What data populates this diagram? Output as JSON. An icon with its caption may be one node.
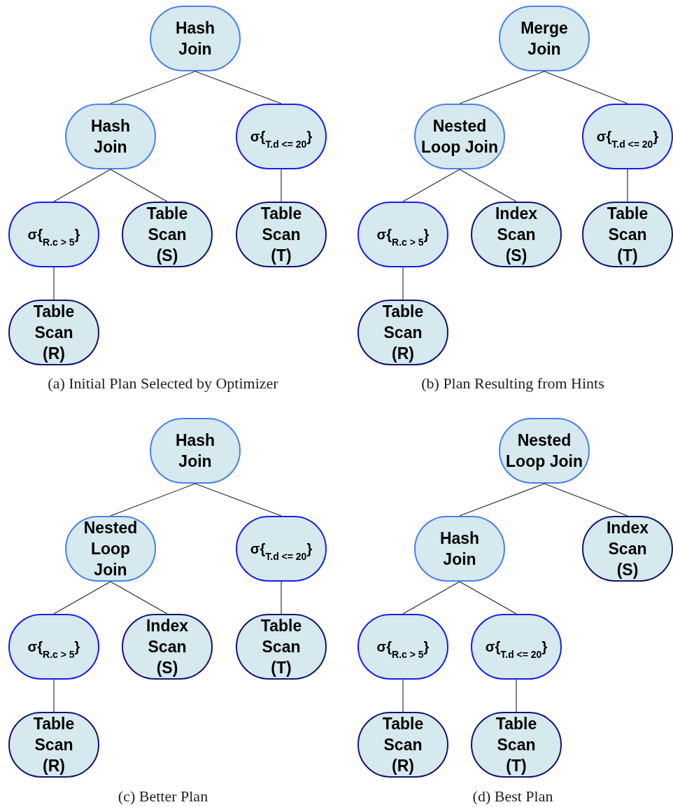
{
  "diagram": {
    "nodes": [
      {
        "text": [
          "Hash Join"
        ]
      },
      {
        "text": [
          "Hash Join"
        ]
      },
      {
        "text": [
          "σ{$_{T.d <= 20}$}"
        ]
      },
      {
        "text": [
          "σ{$_{R.c > 5}$}"
        ]
      },
      {
        "text": [
          "Table Scan (S)"
        ]
      },
      {
        "text": [
          "Table Scan (T)"
        ]
      },
      {
        "text": [
          "Table Scan (R)"
        ]
      },
      {
        "text": [
          "Merge Join"
        ]
      },
      {
        "text": [
          "Nested Loop Join"
        ]
      },
      {
        "text": [
          "σ{$_{T.d <= 20}$}"
        ]
      },
      {
        "text": [
          "σ{$_{R.c > 5}$}"
        ]
      },
      {
        "text": [
          "Index Scan (S)"
        ]
      },
      {
        "text": [
          "Table Scan (T)"
        ]
      },
      {
        "text": [
          "Table Scan (R)"
        ]
      },
      {
        "text": [
          "Hash Join"
        ]
      },
      {
        "text": [
          "Nested Loop Join"
        ]
      },
      {
        "text": [
          "σ{$_{T.d <= 20}$}"
        ]
      },
      {
        "text": [
          "σ{$_{R.c > 5}$}"
        ]
      },
      {
        "text": [
          "Index Scan (S)"
        ]
      },
      {
        "text": [
          "Table Scan (T)"
        ]
      },
      {
        "text": [
          "Table Scan (R)"
        ]
      },
      {
        "text": [
          "Nested Loop Join"
        ]
      },
      {
        "text": [
          "Hash Join"
        ]
      },
      {
        "text": [
          "Index Scan (S)"
        ]
      },
      {
        "text": [
          "σ{$_{R.c > 5}$}"
        ]
      },
      {
        "text": [
          "σ{$_{T.d <= 20}$}"
        ]
      },
      {
        "text": [
          "Table Scan (R)"
        ]
      },
      {
        "text": [
          "Table Scan (T)"
        ]
      }
    ],
    "edges": [
      {
        "from": 0,
        "to": 1,
        "arrow": "none"
      },
      {
        "from": 0,
        "to": 2,
        "arrow": "none"
      },
      {
        "from": 1,
        "to": 3,
        "arrow": "none"
      },
      {
        "from": 1,
        "to": 4,
        "arrow": "none"
      },
      {
        "from": 2,
        "to": 5,
        "arrow": "none"
      },
      {
        "from": 3,
        "to": 6,
        "arrow": "none"
      },
      {
        "from": 7,
        "to": 8,
        "arrow": "none"
      },
      {
        "from": 7,
        "to": 9,
        "arrow": "none"
      },
      {
        "from": 8,
        "to": 10,
        "arrow": "none"
      },
      {
        "from": 8,
        "to": 11,
        "arrow": "none"
      },
      {
        "from": 9,
        "to": 12,
        "arrow": "none"
      },
      {
        "from": 10,
        "to": 13,
        "arrow": "none"
      },
      {
        "from": 14,
        "to": 15,
        "arrow": "none"
      },
      {
        "from": 14,
        "to": 16,
        "arrow": "none"
      },
      {
        "from": 15,
        "to": 17,
        "arrow": "none"
      },
      {
        "from": 15,
        "to": 18,
        "arrow": "none"
      },
      {
        "from": 16,
        "to": 19,
        "arrow": "none"
      },
      {
        "from": 17,
        "to": 20,
        "arrow": "none"
      },
      {
        "from": 21,
        "to": 22,
        "arrow": "none"
      },
      {
        "from": 21,
        "to": 23,
        "arrow": "none"
      },
      {
        "from": 22,
        "to": 24,
        "arrow": "none"
      },
      {
        "from": 22,
        "to": 25,
        "arrow": "none"
      },
      {
        "from": 24,
        "to": 26,
        "arrow": "none"
      },
      {
        "from": 25,
        "to": 27,
        "arrow": "none"
      }
    ],
    "labels": [
      "(a) Initial Plan Selected by Optimizer",
      "(b) Plan Resulting from Hints",
      "(c) Better Plan",
      "(d) Best Plan"
    ]
  }
}
